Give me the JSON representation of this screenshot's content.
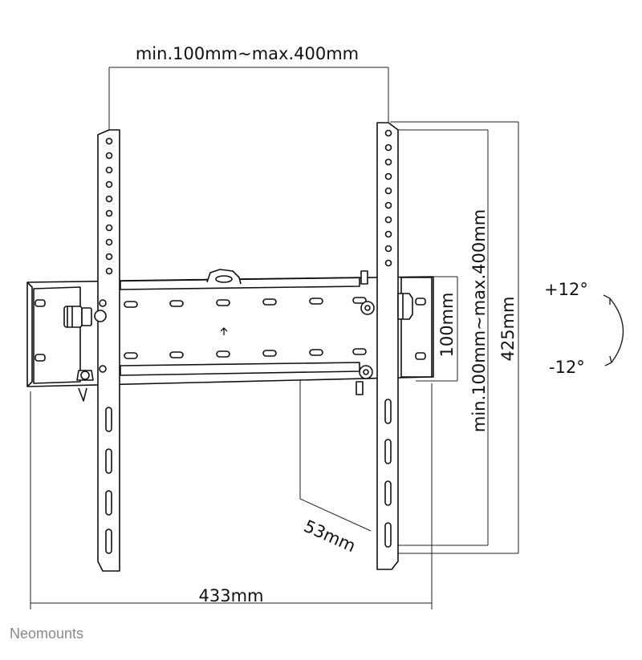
{
  "labels": {
    "top_width": "min.100mm~max.400mm",
    "side_height": "min.100mm~max.400mm",
    "total_height": "425mm",
    "rail_height": "100mm",
    "depth": "53mm",
    "total_width": "433mm",
    "tilt_up": "+12°",
    "tilt_down": "-12°"
  },
  "brand": {
    "name": "Neomounts"
  },
  "colors": {
    "line": "#111111",
    "dimension": "#222222",
    "brand": "#8a8a8a"
  }
}
